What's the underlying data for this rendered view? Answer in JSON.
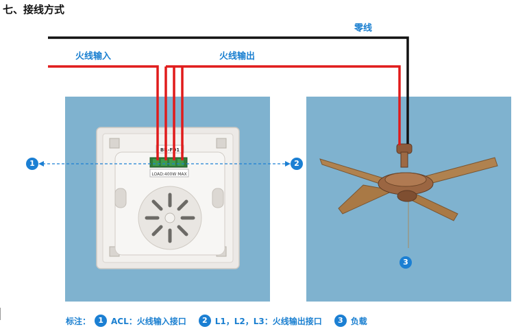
{
  "title": "七、接线方式",
  "labels": {
    "neutral_wire": "零线",
    "live_in": "火线输入",
    "live_out": "火线输出"
  },
  "switch_panel": {
    "model_text": "BR-F01",
    "load_text": "LOAD:400W  MAX"
  },
  "markers": [
    "1",
    "2",
    "3"
  ],
  "legend": {
    "prefix": "标注：",
    "items": [
      {
        "marker": "1",
        "text": "ACL：火线输入接口"
      },
      {
        "marker": "2",
        "text": "L1，L2，L3：火线输出接口"
      },
      {
        "marker": "3",
        "text": "负载"
      }
    ]
  },
  "colors": {
    "live_wire": "#e01b1b",
    "neutral_wire": "#111111",
    "accent": "#1b7fd3",
    "photo_background": "#7fb2cf"
  }
}
